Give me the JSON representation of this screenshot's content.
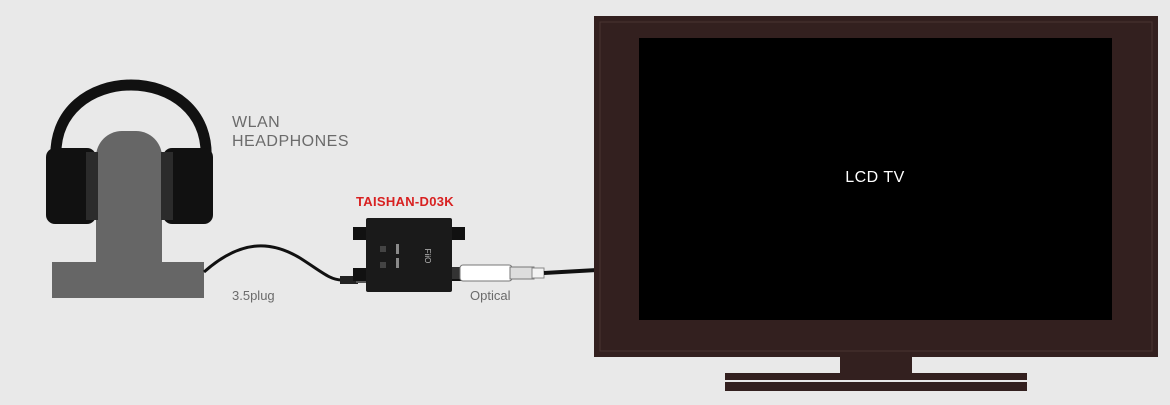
{
  "headphones": {
    "line1": "WLAN",
    "line2": "HEADPHONES"
  },
  "device": {
    "name": "TAISHAN-D03K",
    "logo": "FiiO"
  },
  "connections": {
    "headphone_cable": "3.5plug",
    "tv_cable": "Optical"
  },
  "tv": {
    "name": "LCD TV"
  },
  "colors": {
    "background": "#e9e9e9",
    "headphone_band": "#111111",
    "headphone_stand": "#666666",
    "device_label": "#d82020",
    "tv_frame": "#33201f",
    "tv_screen": "#000000",
    "label_text": "#6b6b6b"
  }
}
